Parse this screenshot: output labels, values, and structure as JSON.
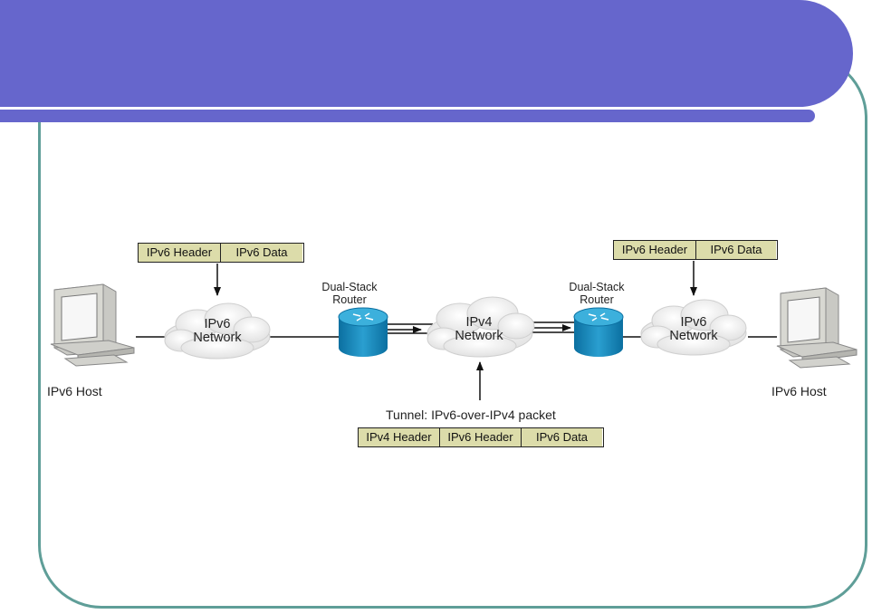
{
  "slide": {
    "title": ""
  },
  "diagram": {
    "host_left_label": "IPv6 Host",
    "host_right_label": "IPv6 Host",
    "cloud_left": {
      "line1": "IPv6",
      "line2": "Network"
    },
    "cloud_mid": {
      "line1": "IPv4",
      "line2": "Network"
    },
    "cloud_right": {
      "line1": "IPv6",
      "line2": "Network"
    },
    "router_left": {
      "line1": "Dual-Stack",
      "line2": "Router"
    },
    "router_right": {
      "line1": "Dual-Stack",
      "line2": "Router"
    },
    "packet_left": {
      "field1": "IPv6 Header",
      "field2": "IPv6 Data"
    },
    "packet_right": {
      "field1": "IPv6 Header",
      "field2": "IPv6 Data"
    },
    "tunnel_label": "Tunnel: IPv6-over-IPv4 packet",
    "packet_tunnel": {
      "field1": "IPv4 Header",
      "field2": "IPv6 Header",
      "field3": "IPv6 Data"
    }
  },
  "colors": {
    "title_bar": "#6666cc",
    "frame_border": "#5f9e98",
    "packet_fill": "#dcdcaa",
    "router_fill": "#1f8fc1"
  }
}
